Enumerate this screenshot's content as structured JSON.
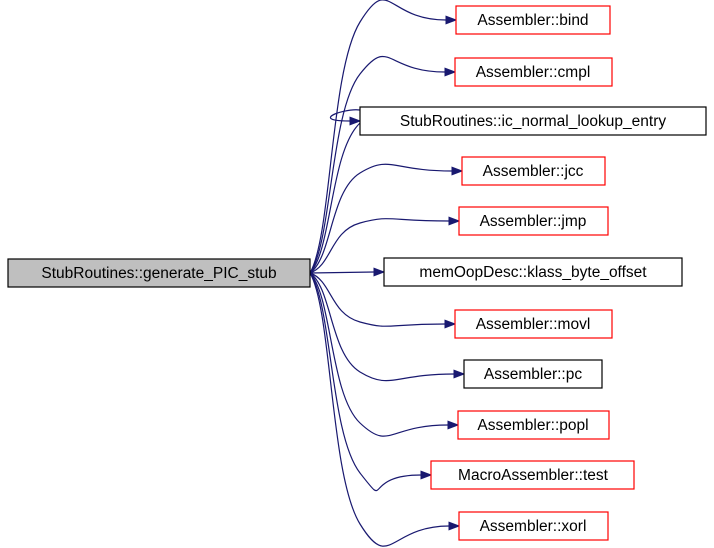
{
  "diagram": {
    "type": "call-graph",
    "source": {
      "label": "StubRoutines::generate_PIC_stub",
      "fill": "#bfbfbf",
      "border": "#000000"
    },
    "targets": [
      {
        "label": "Assembler::bind",
        "border": "#ff0000"
      },
      {
        "label": "Assembler::cmpl",
        "border": "#ff0000"
      },
      {
        "label": "StubRoutines::ic_normal_lookup_entry",
        "border": "#000000"
      },
      {
        "label": "Assembler::jcc",
        "border": "#ff0000"
      },
      {
        "label": "Assembler::jmp",
        "border": "#ff0000"
      },
      {
        "label": "memOopDesc::klass_byte_offset",
        "border": "#000000"
      },
      {
        "label": "Assembler::movl",
        "border": "#ff0000"
      },
      {
        "label": "Assembler::pc",
        "border": "#000000"
      },
      {
        "label": "Assembler::popl",
        "border": "#ff0000"
      },
      {
        "label": "MacroAssembler::test",
        "border": "#ff0000"
      },
      {
        "label": "Assembler::xorl",
        "border": "#ff0000"
      }
    ],
    "edge_color": "#191970"
  }
}
